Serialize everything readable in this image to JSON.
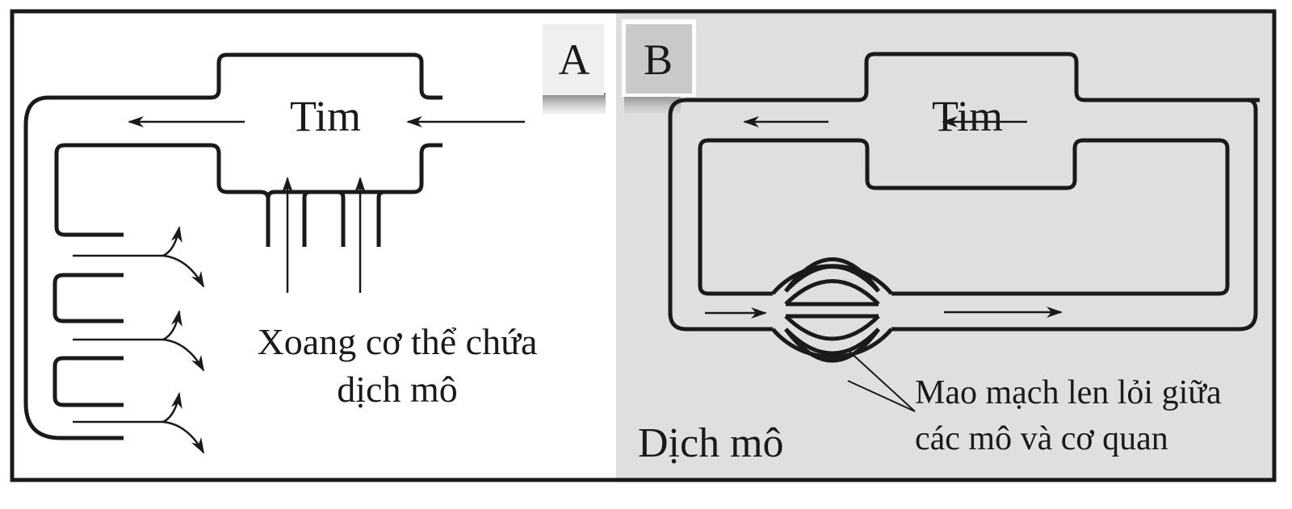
{
  "diagram": {
    "title": "Hệ tuần hoàn hở và hệ tuần hoàn kín",
    "colors": {
      "frame": "#1a1a1a",
      "ink": "#1a1a1a",
      "panel_a_bg": "#ffffff",
      "panel_b_bg": "#e0dfe0",
      "tab_a_bg": "#eeeff0",
      "tab_b_bg": "#c9c9c9"
    },
    "panel_a": {
      "tab_label": "A",
      "heart_label": "Tim",
      "sinus_label_line1": "Xoang cơ thể chứa",
      "sinus_label_line2": "dịch mô",
      "type": "open circulatory system"
    },
    "panel_b": {
      "tab_label": "B",
      "heart_label": "Tim",
      "tissue_fluid_label": "Dịch mô",
      "capillary_label_line1": "Mao mạch len lỏi giữa",
      "capillary_label_line2": "các mô và cơ quan",
      "type": "closed circulatory system"
    }
  }
}
